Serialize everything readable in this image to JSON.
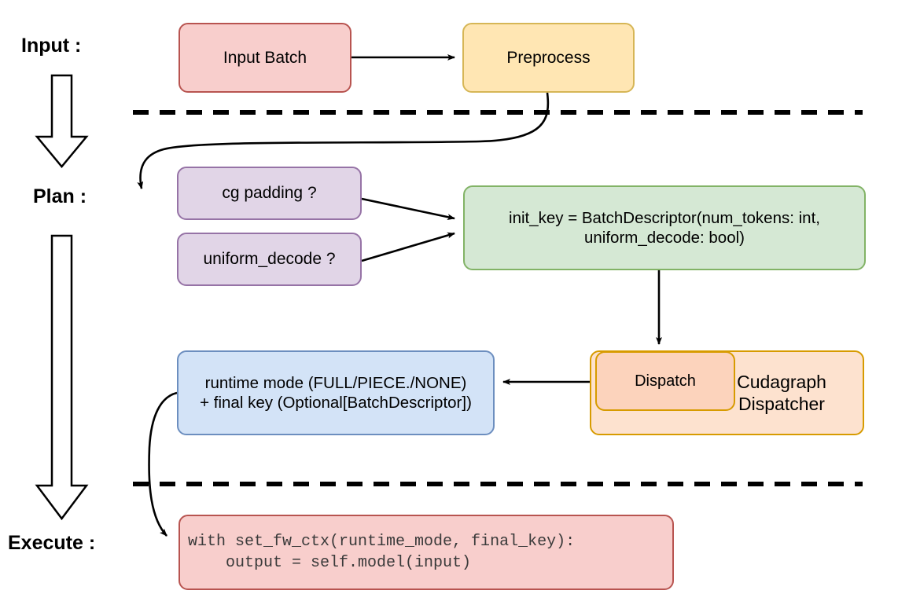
{
  "diagram": {
    "title": "vLLM cudagraph dispatch pipeline",
    "background": "#ffffff",
    "stages": [
      {
        "id": "input",
        "label": "Input :"
      },
      {
        "id": "plan",
        "label": "Plan :"
      },
      {
        "id": "execute",
        "label": "Execute :"
      }
    ],
    "nodes": [
      {
        "id": "input_batch",
        "label": "Input Batch",
        "fill": "#f8cecc",
        "stroke": "#b85450"
      },
      {
        "id": "preprocess",
        "label": "Preprocess",
        "fill": "#ffe6b3",
        "stroke": "#d6b656"
      },
      {
        "id": "cg_padding",
        "label": "cg padding ?",
        "fill": "#e1d5e7",
        "stroke": "#9673a6"
      },
      {
        "id": "uniform_decode",
        "label": "uniform_decode ?",
        "fill": "#e1d5e7",
        "stroke": "#9673a6"
      },
      {
        "id": "init_key",
        "line1": "init_key = BatchDescriptor(num_tokens: int,",
        "line2": "uniform_decode: bool)",
        "fill": "#d5e8d4",
        "stroke": "#82b366"
      },
      {
        "id": "cudagraph_dispatcher",
        "line1": "Cudagraph",
        "line2": "Dispatcher",
        "fill": "#fde2cf",
        "stroke": "#d79b00"
      },
      {
        "id": "dispatch",
        "label": "Dispatch",
        "fill": "#fcd3bc",
        "stroke": "#d79b00"
      },
      {
        "id": "runtime_mode",
        "line1": "runtime mode (FULL/PIECE./NONE)",
        "line2": "+ final key (Optional[BatchDescriptor])",
        "fill": "#d3e3f7",
        "stroke": "#6c8ebf"
      },
      {
        "id": "exec_code",
        "line1": "with set_fw_ctx(runtime_mode, final_key):",
        "line2": "    output = self.model(input)",
        "fill": "#f8cecc",
        "stroke": "#b85450"
      }
    ],
    "edges": [
      {
        "id": "input-to-preprocess",
        "from": "input_batch",
        "to": "preprocess",
        "style": "straight-arrow"
      },
      {
        "id": "preprocess-to-cg-padding",
        "from": "preprocess",
        "to": "cg_padding",
        "style": "curved-arrow"
      },
      {
        "id": "cg-padding-to-init-key",
        "from": "cg_padding",
        "to": "init_key",
        "style": "straight-arrow"
      },
      {
        "id": "uniform-decode-to-init-key",
        "from": "uniform_decode",
        "to": "init_key",
        "style": "straight-arrow"
      },
      {
        "id": "init-key-to-dispatch",
        "from": "init_key",
        "to": "dispatch",
        "style": "straight-arrow"
      },
      {
        "id": "dispatch-to-runtime-mode",
        "from": "dispatch",
        "to": "runtime_mode",
        "style": "straight-arrow"
      },
      {
        "id": "runtime-mode-to-exec-code",
        "from": "runtime_mode",
        "to": "exec_code",
        "style": "curved-arrow"
      }
    ],
    "dividers": [
      {
        "id": "divider-input-plan",
        "style": "dashed",
        "color": "#000000"
      },
      {
        "id": "divider-plan-execute",
        "style": "dashed",
        "color": "#000000"
      }
    ],
    "flow_arrows": [
      {
        "id": "flow-arrow-input-to-plan",
        "direction": "down"
      },
      {
        "id": "flow-arrow-plan-to-execute",
        "direction": "down"
      }
    ]
  }
}
